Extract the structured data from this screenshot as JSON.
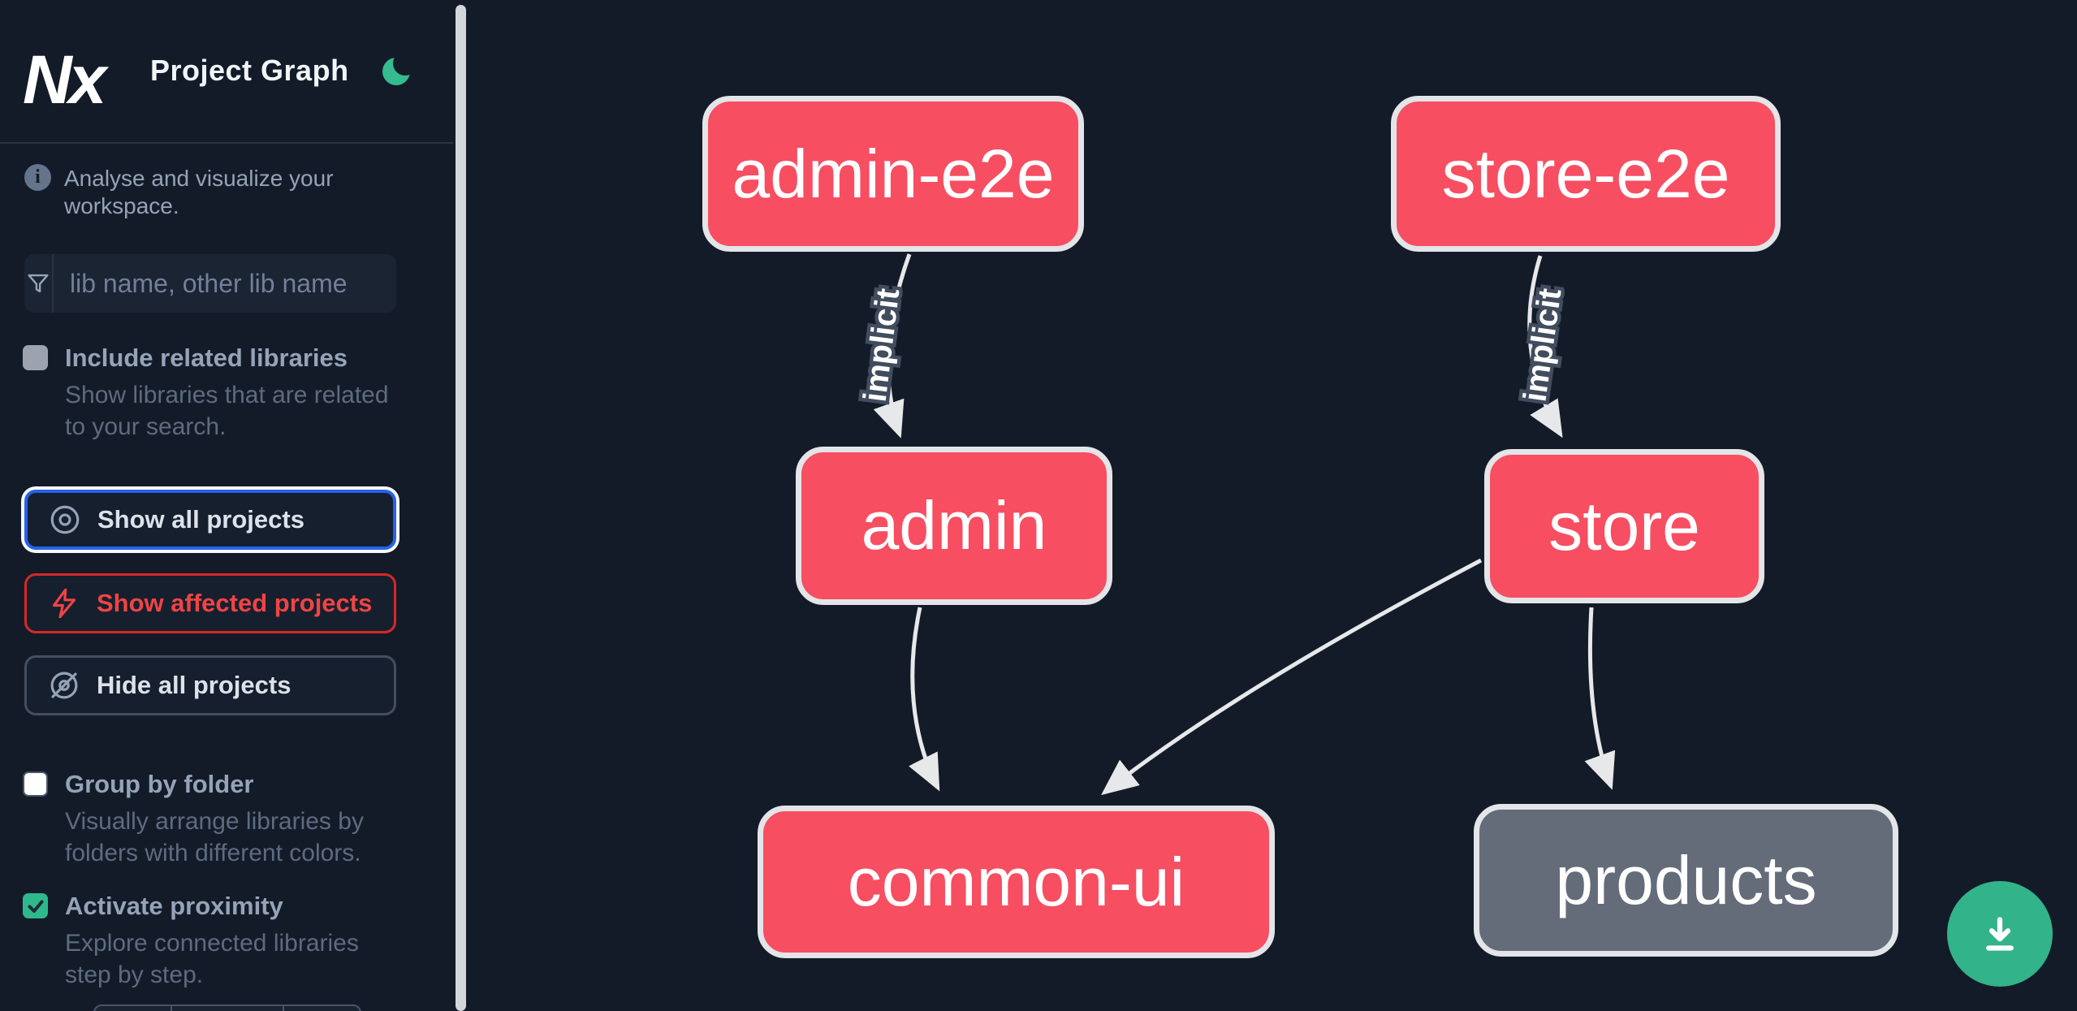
{
  "header": {
    "logo_text": "Nx",
    "title": "Project Graph"
  },
  "sidebar": {
    "info_text": "Analyse and visualize your workspace.",
    "search_placeholder": "lib name, other lib name",
    "options": [
      {
        "label": "Include related libraries",
        "description": "Show libraries that are related to your search.",
        "checked": false,
        "disabled": true
      },
      {
        "label": "Group by folder",
        "description": "Visually arrange libraries by folders with different colors.",
        "checked": false
      },
      {
        "label": "Activate proximity",
        "description": "Explore connected libraries step by step.",
        "checked": true
      }
    ],
    "actions": [
      {
        "label": "Show all projects",
        "icon": "eye-icon",
        "focused": true
      },
      {
        "label": "Show affected projects",
        "icon": "bolt-icon"
      },
      {
        "label": "Hide all projects",
        "icon": "eye-slash-icon"
      }
    ]
  },
  "graph": {
    "nodes": [
      {
        "id": "admin-e2e",
        "label": "admin-e2e",
        "type": "app"
      },
      {
        "id": "store-e2e",
        "label": "store-e2e",
        "type": "app"
      },
      {
        "id": "admin",
        "label": "admin",
        "type": "app"
      },
      {
        "id": "store",
        "label": "store",
        "type": "app"
      },
      {
        "id": "common-ui",
        "label": "common-ui",
        "type": "lib"
      },
      {
        "id": "products",
        "label": "products",
        "type": "lib-unfocused"
      }
    ],
    "edges": [
      {
        "from": "admin-e2e",
        "to": "admin",
        "label": "implicit"
      },
      {
        "from": "store-e2e",
        "to": "store",
        "label": "implicit"
      },
      {
        "from": "admin",
        "to": "common-ui",
        "label": ""
      },
      {
        "from": "store",
        "to": "common-ui",
        "label": ""
      },
      {
        "from": "store",
        "to": "products",
        "label": ""
      }
    ]
  },
  "fab": {
    "icon": "download-icon"
  },
  "colors": {
    "background": "#141b28",
    "node_pink": "#f74e62",
    "node_gray": "#646c7a",
    "green": "#2eb98c",
    "focus_blue": "#2563eb",
    "danger_red": "#ef4444",
    "edge": "#e7e8ea"
  }
}
